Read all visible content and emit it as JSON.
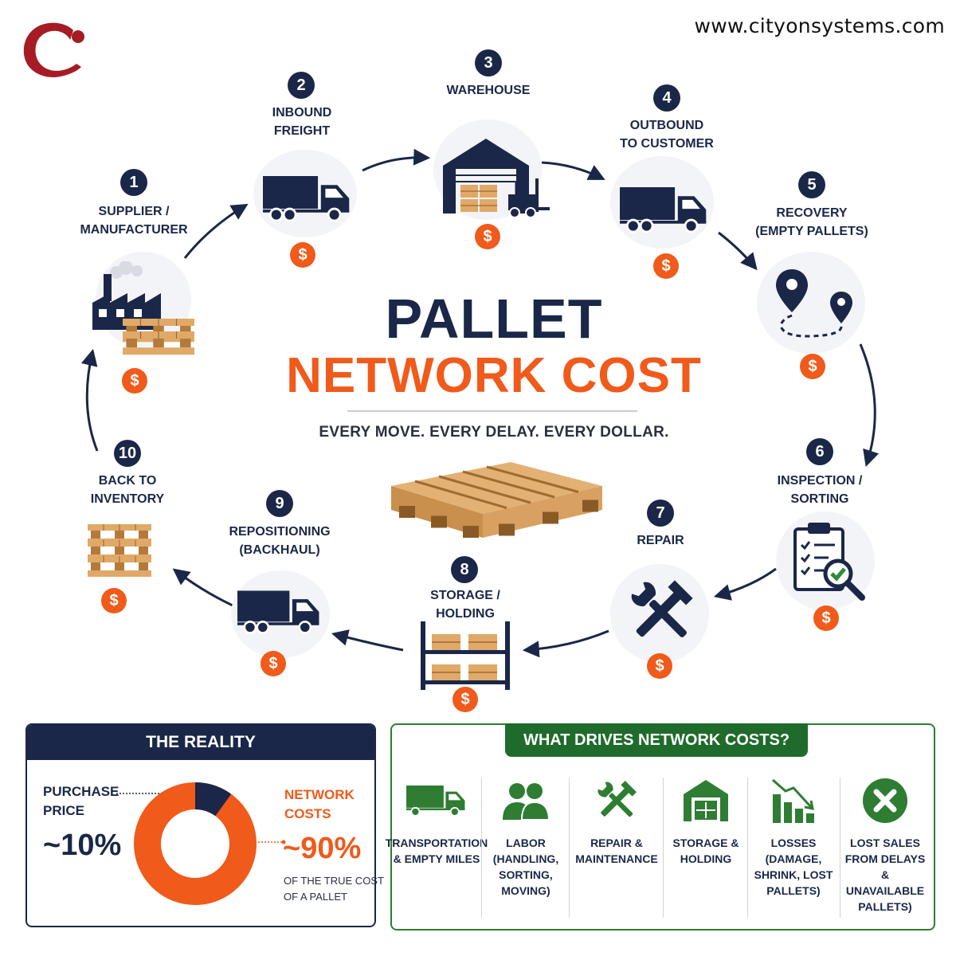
{
  "header": {
    "url": "www.cityonsystems.com",
    "brand_color": "#a51c24"
  },
  "title": {
    "line1": "PALLET",
    "line2": "NETWORK COST",
    "tagline": "EVERY MOVE. EVERY DELAY. EVERY DOLLAR."
  },
  "colors": {
    "navy": "#1b2748",
    "orange": "#f05a1a",
    "green": "#1f6b2b"
  },
  "cost_symbol": "$",
  "steps": [
    {
      "num": "1",
      "label": "SUPPLIER /\nMANUFACTURER",
      "icon": "factory-icon"
    },
    {
      "num": "2",
      "label": "INBOUND\nFREIGHT",
      "icon": "truck-icon"
    },
    {
      "num": "3",
      "label": "WAREHOUSE",
      "icon": "warehouse-icon"
    },
    {
      "num": "4",
      "label": "OUTBOUND\nTO CUSTOMER",
      "icon": "truck-icon"
    },
    {
      "num": "5",
      "label": "RECOVERY\n(EMPTY PALLETS)",
      "icon": "map-pin-route-icon"
    },
    {
      "num": "6",
      "label": "INSPECTION /\nSORTING",
      "icon": "clipboard-check-icon"
    },
    {
      "num": "7",
      "label": "REPAIR",
      "icon": "wrench-hammer-icon"
    },
    {
      "num": "8",
      "label": "STORAGE /\nHOLDING",
      "icon": "storage-rack-icon"
    },
    {
      "num": "9",
      "label": "REPOSITIONING\n(BACKHAUL)",
      "icon": "truck-icon"
    },
    {
      "num": "10",
      "label": "BACK TO\nINVENTORY",
      "icon": "pallet-stack-icon"
    }
  ],
  "reality": {
    "heading": "THE REALITY",
    "purchase_label": "PURCHASE\nPRICE",
    "purchase_value": "~10%",
    "purchase_fraction": 0.1,
    "network_label": "NETWORK\nCOSTS",
    "network_value": "~90%",
    "network_fraction": 0.9,
    "network_sub": "OF THE TRUE COST\nOF A PALLET"
  },
  "drivers": {
    "heading": "WHAT DRIVES NETWORK COSTS?",
    "items": [
      {
        "label": "TRANSPORTATION\n& EMPTY MILES",
        "icon": "truck-icon"
      },
      {
        "label": "LABOR\n(HANDLING,\nSORTING,\nMOVING)",
        "icon": "people-icon"
      },
      {
        "label": "REPAIR &\nMAINTENANCE",
        "icon": "wrench-screwdriver-icon"
      },
      {
        "label": "STORAGE &\nHOLDING",
        "icon": "storage-building-icon"
      },
      {
        "label": "LOSSES\n(DAMAGE,\nSHRINK, LOST\nPALLETS)",
        "icon": "declining-chart-icon"
      },
      {
        "label": "LOST SALES\nFROM DELAYS\n& UNAVAILABLE\nPALLETS)",
        "icon": "x-circle-icon"
      }
    ]
  }
}
